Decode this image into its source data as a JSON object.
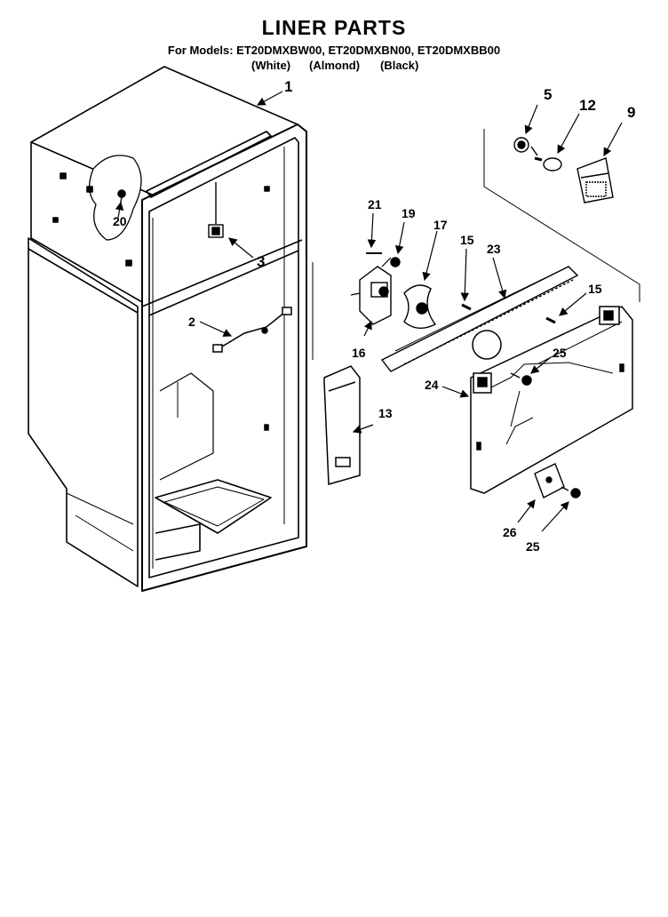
{
  "header": {
    "title": "LINER PARTS",
    "models_line": "For Models: ET20DMXBW00, ET20DMXBN00, ET20DMXBB00",
    "colors": [
      "(White)",
      "(Almond)",
      "(Black)"
    ]
  },
  "callouts": {
    "c1": "1",
    "c2": "2",
    "c3": "3",
    "c5": "5",
    "c9": "9",
    "c12": "12",
    "c13": "13",
    "c15a": "15",
    "c15b": "15",
    "c16": "16",
    "c17": "17",
    "c19": "19",
    "c20": "20",
    "c21": "21",
    "c23": "23",
    "c24": "24",
    "c25a": "25",
    "c25b": "25",
    "c26": "26"
  }
}
